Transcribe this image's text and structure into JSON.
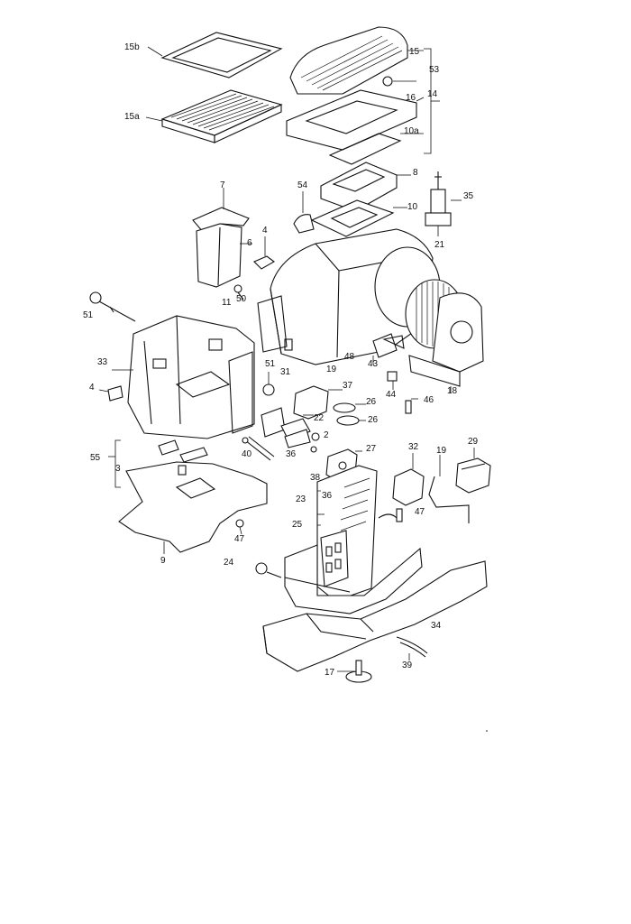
{
  "diagram": {
    "callouts": [
      "15b",
      "15a",
      "15",
      "53",
      "16",
      "14",
      "10a",
      "8",
      "54",
      "7",
      "35",
      "10",
      "4",
      "6",
      "21",
      "11",
      "50",
      "51",
      "33",
      "51",
      "4",
      "48",
      "43",
      "31",
      "19",
      "44",
      "46",
      "18",
      "37",
      "26",
      "26",
      "22",
      "2",
      "40",
      "36",
      "27",
      "32",
      "19",
      "29",
      "55",
      "3",
      "38",
      "36",
      "23",
      "47",
      "25",
      "47",
      "9",
      "24",
      "34",
      "17",
      "39"
    ]
  }
}
